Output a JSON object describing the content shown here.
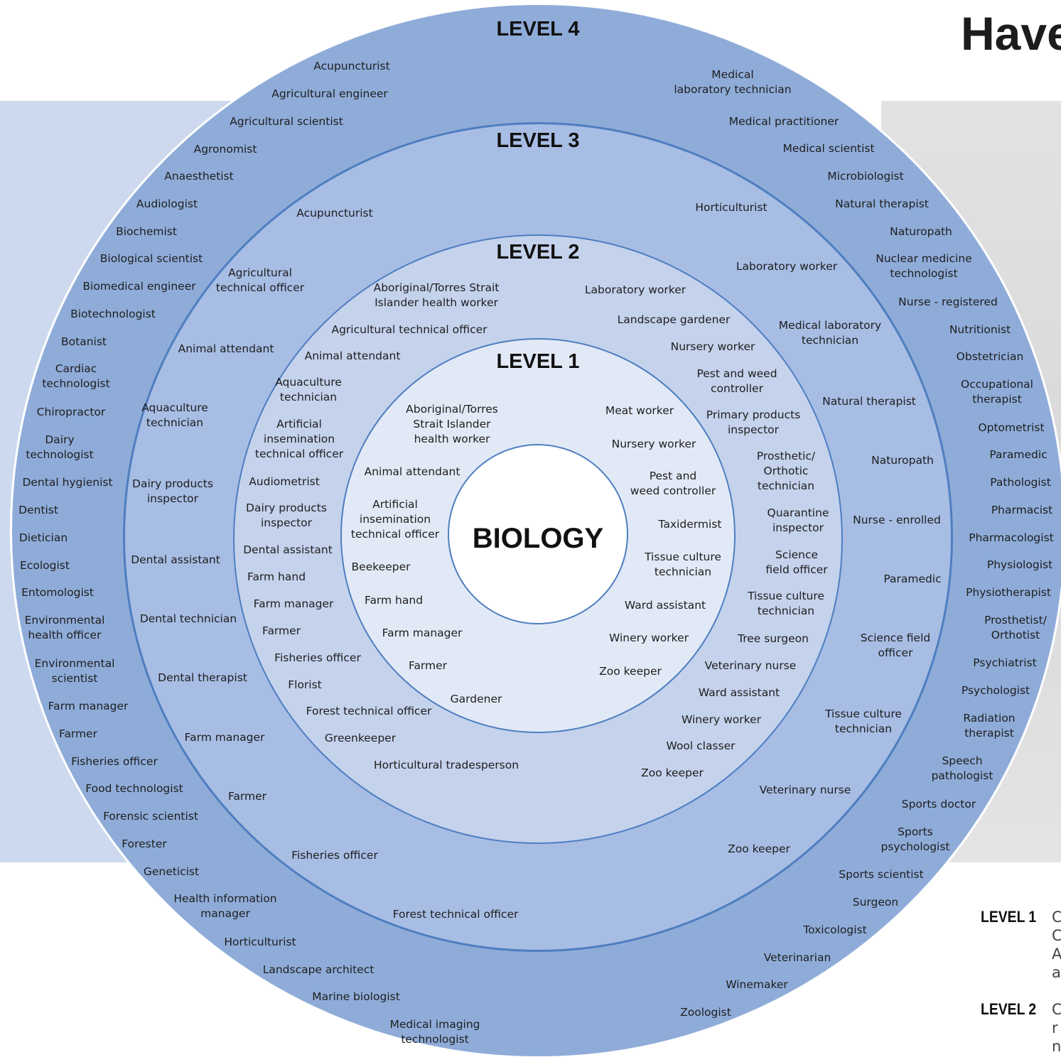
{
  "headline": "Have",
  "center": "BIOLOGY",
  "levels": {
    "l1": "LEVEL 1",
    "l2": "LEVEL 2",
    "l3": "LEVEL 3",
    "l4": "LEVEL 4"
  },
  "level1_jobs": [
    "Aboriginal/Torres\nStrait Islander\nhealth worker",
    "Animal attendant",
    "Artificial\ninsemination\ntechnical officer",
    "Beekeeper",
    "Farm hand",
    "Farm manager",
    "Farmer",
    "Gardener",
    "Meat worker",
    "Nursery worker",
    "Pest and\nweed controller",
    "Taxidermist",
    "Tissue culture\ntechnician",
    "Ward assistant",
    "Winery worker",
    "Zoo keeper"
  ],
  "level2_jobs": [
    "Aboriginal/Torres Strait\nIslander health worker",
    "Agricultural technical officer",
    "Animal attendant",
    "Aquaculture\ntechnician",
    "Artificial\ninsemination\ntechnical officer",
    "Audiometrist",
    "Dairy products\ninspector",
    "Dental assistant",
    "Farm hand",
    "Farm manager",
    "Farmer",
    "Fisheries officer",
    "Florist",
    "Forest technical officer",
    "Greenkeeper",
    "Horticultural tradesperson",
    "Laboratory worker",
    "Landscape gardener",
    "Nursery worker",
    "Pest and weed\ncontroller",
    "Primary products\ninspector",
    "Prosthetic/\nOrthotic\ntechnician",
    "Quarantine\ninspector",
    "Science\nfield officer",
    "Tissue culture\ntechnician",
    "Tree surgeon",
    "Veterinary nurse",
    "Ward assistant",
    "Winery worker",
    "Wool classer",
    "Zoo keeper"
  ],
  "level3_jobs": [
    "Acupuncturist",
    "Agricultural\ntechnical officer",
    "Animal attendant",
    "Aquaculture\ntechnician",
    "Dairy products\ninspector",
    "Dental assistant",
    "Dental technician",
    "Dental therapist",
    "Farm manager",
    "Farmer",
    "Fisheries officer",
    "Forest technical officer",
    "Horticulturist",
    "Laboratory worker",
    "Medical laboratory\ntechnician",
    "Natural therapist",
    "Naturopath",
    "Nurse - enrolled",
    "Paramedic",
    "Science field\nofficer",
    "Tissue culture\ntechnician",
    "Veterinary nurse",
    "Zoo keeper"
  ],
  "level4_jobs": [
    "Acupuncturist",
    "Agricultural engineer",
    "Agricultural scientist",
    "Agronomist",
    "Anaesthetist",
    "Audiologist",
    "Biochemist",
    "Biological scientist",
    "Biomedical engineer",
    "Biotechnologist",
    "Botanist",
    "Cardiac\ntechnologist",
    "Chiropractor",
    "Dairy\ntechnologist",
    "Dental hygienist",
    "Dentist",
    "Dietician",
    "Ecologist",
    "Entomologist",
    "Environmental\nhealth officer",
    "Environmental\nscientist",
    "Farm manager",
    "Farmer",
    "Fisheries officer",
    "Food technologist",
    "Forensic scientist",
    "Forester",
    "Geneticist",
    "Health information\nmanager",
    "Horticulturist",
    "Landscape architect",
    "Marine biologist",
    "Medical imaging\ntechnologist",
    "Medical\nlaboratory technician",
    "Medical practitioner",
    "Medical scientist",
    "Microbiologist",
    "Natural therapist",
    "Naturopath",
    "Nuclear medicine\ntechnologist",
    "Nurse - registered",
    "Nutritionist",
    "Obstetrician",
    "Occupational\ntherapist",
    "Optometrist",
    "Paramedic",
    "Pathologist",
    "Pharmacist",
    "Pharmacologist",
    "Physiologist",
    "Physiotherapist",
    "Prosthetist/\nOrthotist",
    "Psychiatrist",
    "Psychologist",
    "Radiation\ntherapist",
    "Speech\npathologist",
    "Sports doctor",
    "Sports\npsychologist",
    "Sports scientist",
    "Surgeon",
    "Toxicologist",
    "Veterinarian",
    "Winemaker",
    "Zoologist"
  ],
  "legend": [
    {
      "key": "LEVEL 1",
      "text": "C\nC\nA\na"
    },
    {
      "key": "LEVEL 2",
      "text": "C\nr\nn"
    }
  ]
}
